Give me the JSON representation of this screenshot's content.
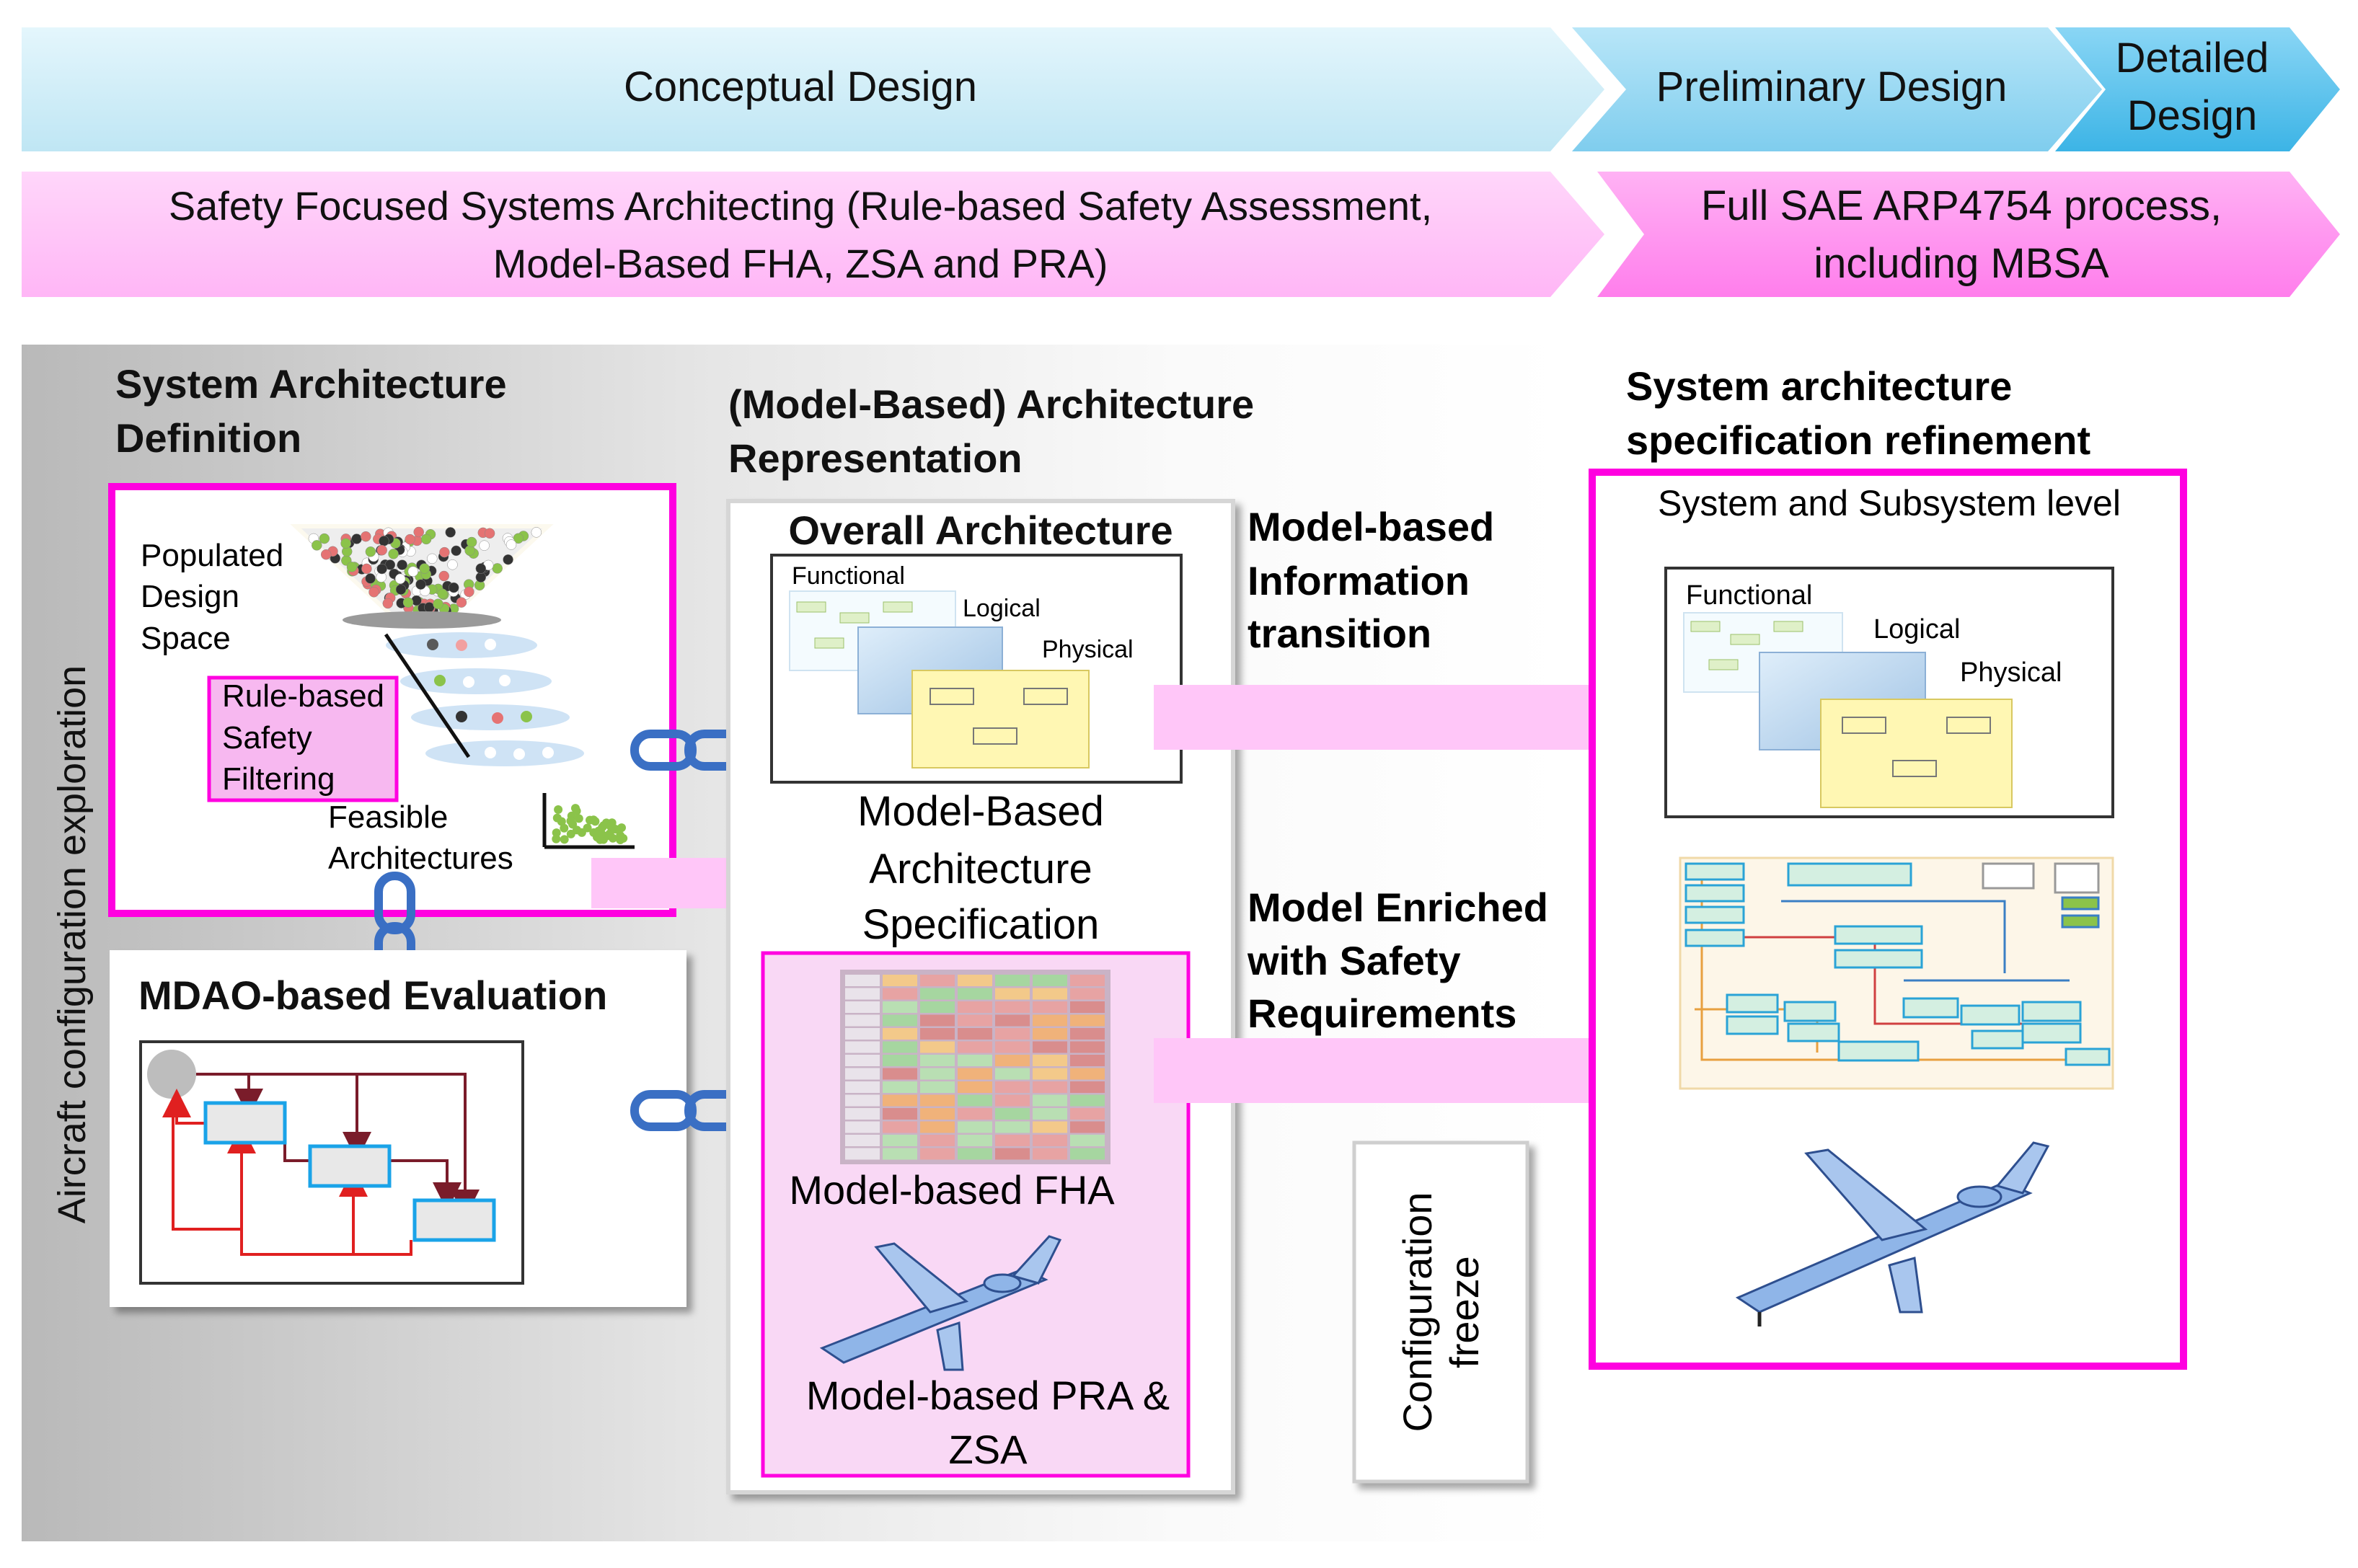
{
  "phases": {
    "conceptual": "Conceptual  Design",
    "preliminary": "Preliminary  Design",
    "detailed_line1": "Detailed",
    "detailed_line2": "Design"
  },
  "safety_banner": {
    "left_line1": "Safety Focused Systems Architecting (Rule-based  Safety Assessment,",
    "left_line2": "Model-Based FHA, ZSA and PRA)",
    "right_line1": "Full SAE ARP4754 process,",
    "right_line2": "including  MBSA"
  },
  "side_label": "Aircraft configuration exploration",
  "system_architecture_definition": {
    "title_line1": "System Architecture",
    "title_line2": "Definition",
    "populated_line1": "Populated",
    "populated_line2": "Design",
    "populated_line3": "Space",
    "rule_line1": "Rule-based",
    "rule_line2": "Safety",
    "rule_line3": "Filtering",
    "feasible_line1": "Feasible",
    "feasible_line2": "Architectures"
  },
  "mdao": {
    "title": "MDAO-based Evaluation"
  },
  "representation": {
    "title_line1": "(Model-Based) Architecture",
    "title_line2": "Representation",
    "overall_title": "Overall Architecture",
    "functional": "Functional",
    "logical": "Logical",
    "physical": "Physical",
    "spec_line1": "Model-Based",
    "spec_line2": "Architecture",
    "spec_line3": "Specification",
    "fha": "Model-based FHA",
    "pra_line1": "Model-based PRA &",
    "pra_line2": "ZSA"
  },
  "transitions": {
    "info_line1": "Model-based",
    "info_line2": "Information",
    "info_line3": "transition",
    "enriched_line1": "Model Enriched",
    "enriched_line2": "with Safety",
    "enriched_line3": "Requirements"
  },
  "freeze": {
    "line1": "Configuration",
    "line2": "freeze"
  },
  "refinement": {
    "title_line1": "System architecture",
    "title_line2": "specification refinement",
    "level": "System and Subsystem level",
    "functional": "Functional",
    "logical": "Logical",
    "physical": "Physical"
  },
  "colors": {
    "phase_blue": "#c9ecf7",
    "phase_blue_dark": "#55bde6",
    "pink": "#ff8ff0",
    "magenta_border": "#ff00e0",
    "link_blue": "#3a6fc4"
  }
}
